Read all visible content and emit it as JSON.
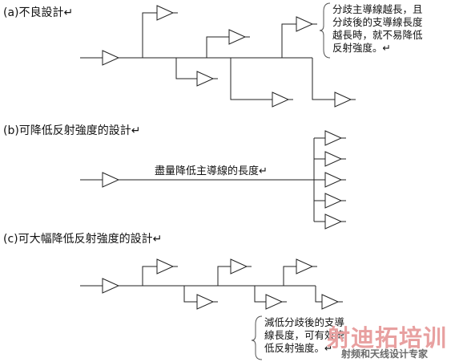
{
  "sections": {
    "a": {
      "title": "(a)不良設計↵",
      "note": "分歧主導線越長，且\n分歧後的支導線長度\n越長時，就不易降低\n反射強度。↵"
    },
    "b": {
      "title": "(b)可降低反射強度的設計↵",
      "note": "盡量降低主導線的長度↵"
    },
    "c": {
      "title": "(c)可大幅降低反射強度的設計↵",
      "note": "減低分歧後的支導\n線長度，可有效降\n低反射強度。↵"
    }
  },
  "watermark": {
    "title": "射迪拓培训",
    "subtitle": "射频和天线设计专家"
  },
  "colors": {
    "line": "#222222",
    "watermark_red": "#e8a0a0",
    "watermark_gray": "#6a6a6a"
  }
}
